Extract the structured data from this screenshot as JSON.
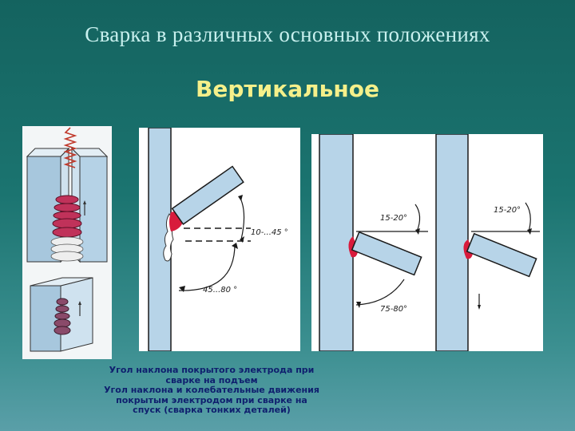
{
  "slide": {
    "title": "Сварка в различных основных положениях",
    "subtitle": "Вертикальное"
  },
  "figures": {
    "angle_up": "10-...45 °",
    "angle_up_body": "45...80 °",
    "angle_down_top_left": "15-20°",
    "angle_down_bottom_left": "75-80°",
    "angle_down_top_right": "15-20°"
  },
  "caption": {
    "line1": "Угол наклона покрытого электрода при",
    "line2": "сварке на подъем",
    "line3": "Угол наклона и колебательные движения",
    "line4": "покрытым электродом при сварке на",
    "line5": "спуск (сварка тонких деталей)"
  },
  "colors": {
    "metal": "#b7d4e8",
    "weld": "#d81b3c",
    "outline": "#1a1a1a"
  }
}
